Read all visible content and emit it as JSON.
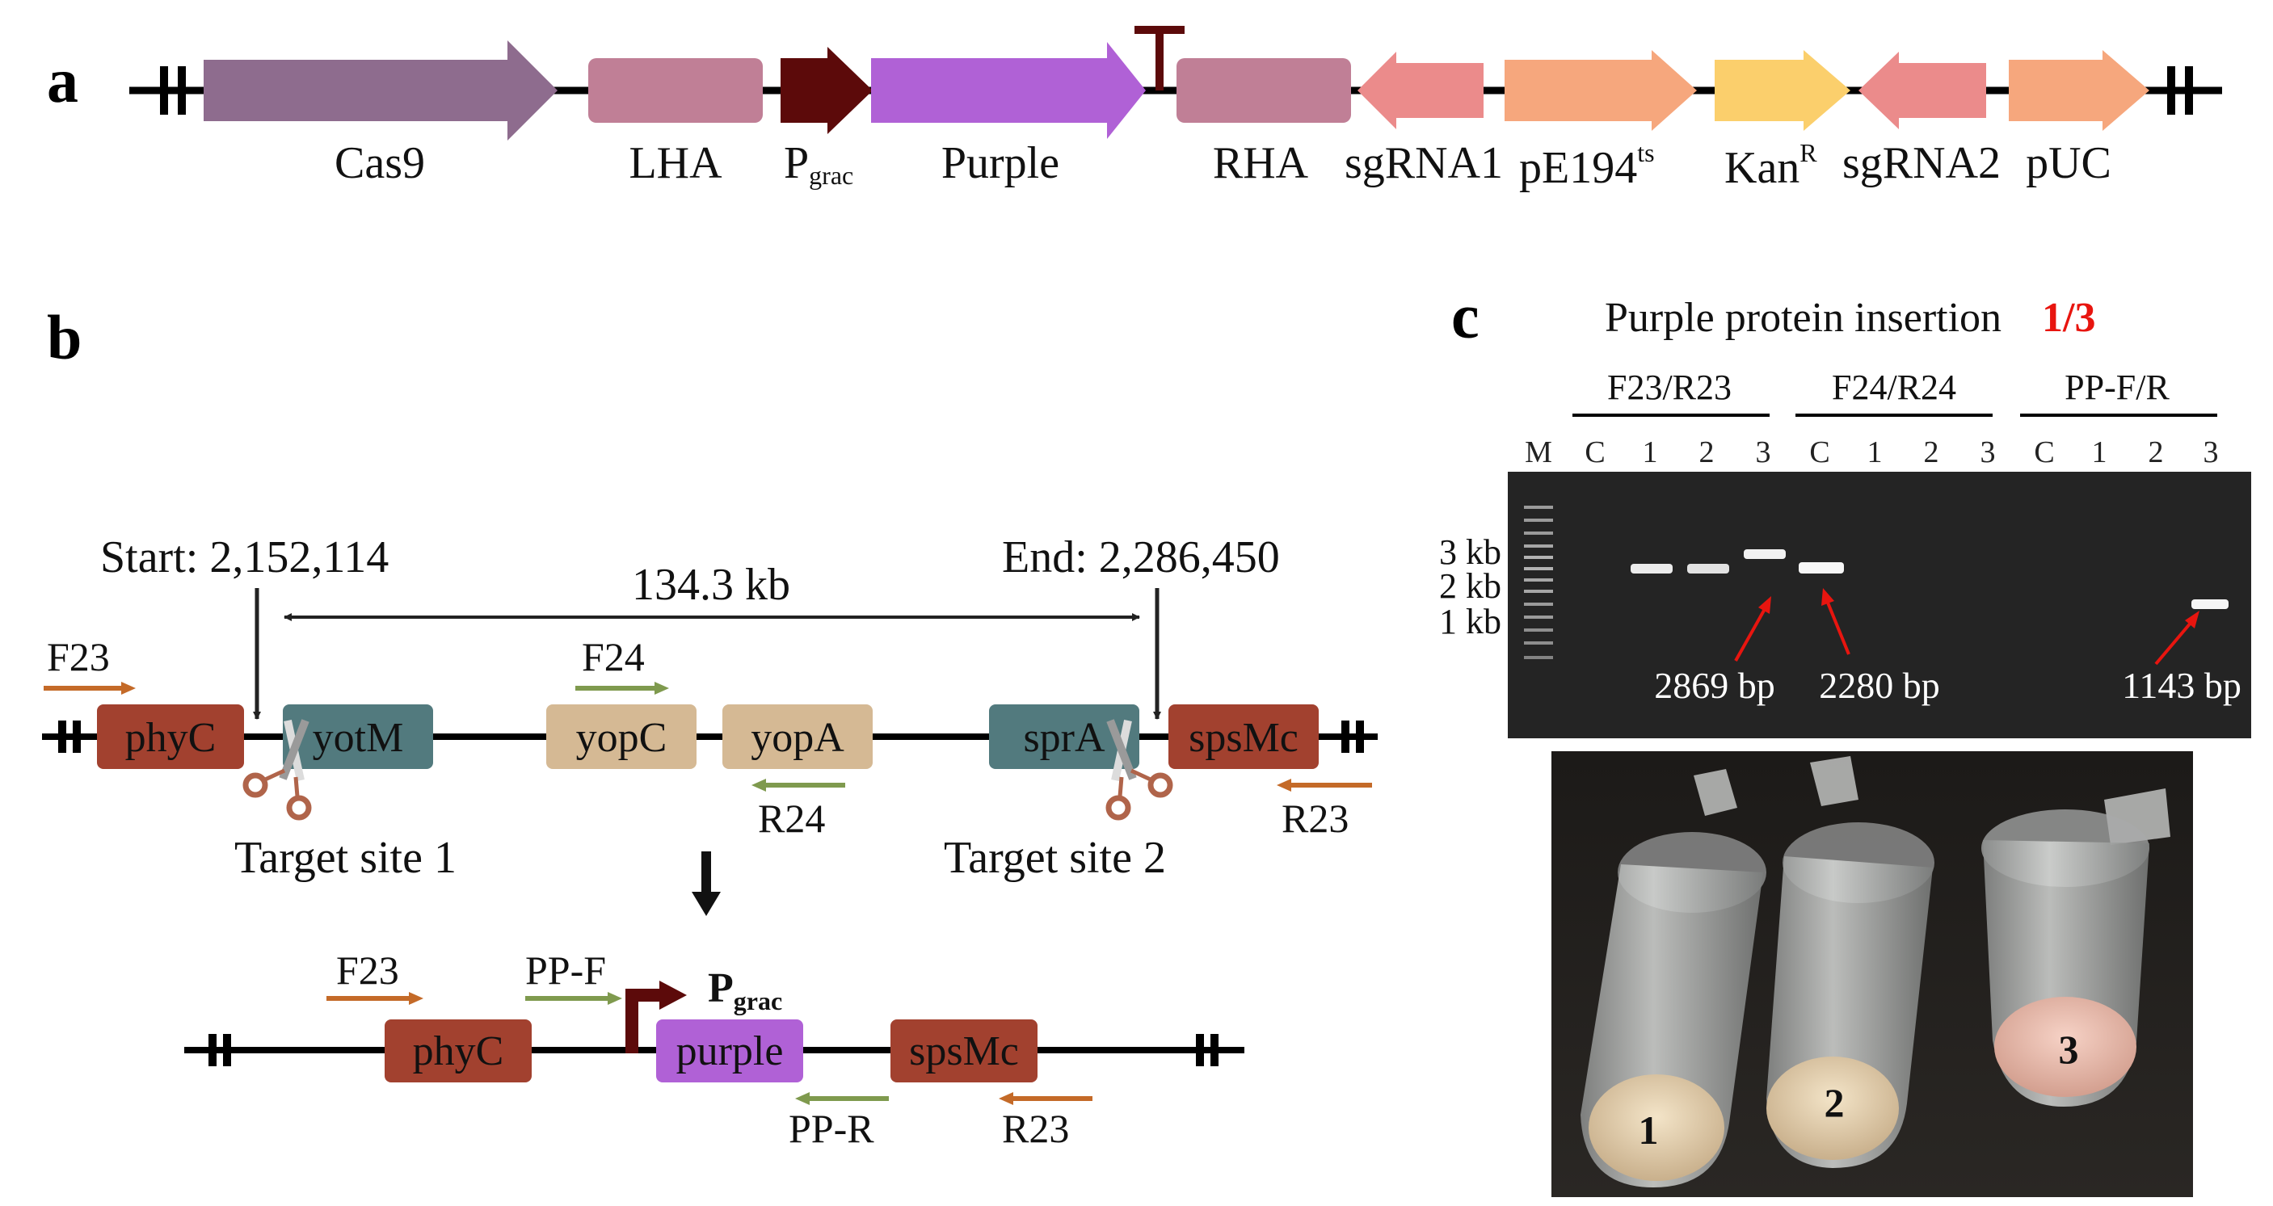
{
  "panels": {
    "a": "a",
    "b": "b",
    "c": "c"
  },
  "construct": {
    "elements": [
      {
        "id": "cas9",
        "label": "Cas9",
        "color": "#8e6c8e"
      },
      {
        "id": "lha",
        "label": "LHA",
        "color": "#c07f96"
      },
      {
        "id": "pgrac",
        "label": "P",
        "sub": "grac",
        "color": "#5c0a0a"
      },
      {
        "id": "purple",
        "label": "Purple",
        "color": "#b061d6"
      },
      {
        "id": "terminator",
        "label": "",
        "color": "#5c0a0a"
      },
      {
        "id": "rha",
        "label": "RHA",
        "color": "#c07f96"
      },
      {
        "id": "sgrna1",
        "label": "sgRNA1",
        "color": "#eb8b8b"
      },
      {
        "id": "pe194",
        "label": "pE194",
        "sup": "ts",
        "color": "#f6a77d"
      },
      {
        "id": "kan",
        "label": "Kan",
        "sup": "R",
        "color": "#fbcf6c"
      },
      {
        "id": "sgrna2",
        "label": "sgRNA2",
        "color": "#eb8b8b"
      },
      {
        "id": "puc",
        "label": "pUC",
        "color": "#f6a77d"
      }
    ]
  },
  "locus": {
    "start_label": "Start: 2,152,114",
    "end_label": "End: 2,286,450",
    "span_label": "134.3 kb",
    "genes": [
      {
        "id": "phyC",
        "label": "phyC",
        "color": "#a2412f"
      },
      {
        "id": "yotM",
        "label": "yotM",
        "color": "#527a7e"
      },
      {
        "id": "yopC",
        "label": "yopC",
        "color": "#d5b994"
      },
      {
        "id": "yopA",
        "label": "yopA",
        "color": "#d5b994"
      },
      {
        "id": "sprA",
        "label": "sprA",
        "color": "#527a7e"
      },
      {
        "id": "spsMc",
        "label": "spsMc",
        "color": "#a2412f"
      }
    ],
    "primers": {
      "F23": "F23",
      "F24": "F24",
      "R24": "R24",
      "R23": "R23"
    },
    "target1": "Target site 1",
    "target2": "Target site 2",
    "colors": {
      "orange_primer": "#c46a28",
      "green_primer": "#7f9a4e"
    }
  },
  "edited": {
    "genes": {
      "phyC": "phyC",
      "purple": "purple",
      "spsMc": "spsMc"
    },
    "promoter": {
      "label": "P",
      "sub": "grac"
    },
    "primers": {
      "F23": "F23",
      "PPF": "PP-F",
      "PPR": "PP-R",
      "R23": "R23"
    },
    "purple_color": "#b061d6"
  },
  "gel": {
    "title": "Purple protein insertion",
    "ratio": "1/3",
    "ratio_color": "#e8150f",
    "primer_groups": [
      "F23/R23",
      "F24/R24",
      "PP-F/R"
    ],
    "lanes": [
      "M",
      "C",
      "1",
      "2",
      "3",
      "C",
      "1",
      "2",
      "3",
      "C",
      "1",
      "2",
      "3"
    ],
    "ladder": [
      "3 kb",
      "2 kb",
      "1 kb"
    ],
    "band_labels": [
      "2869 bp",
      "2280 bp",
      "1143 bp"
    ]
  },
  "tubes": {
    "labels": [
      "1",
      "2",
      "3"
    ]
  }
}
